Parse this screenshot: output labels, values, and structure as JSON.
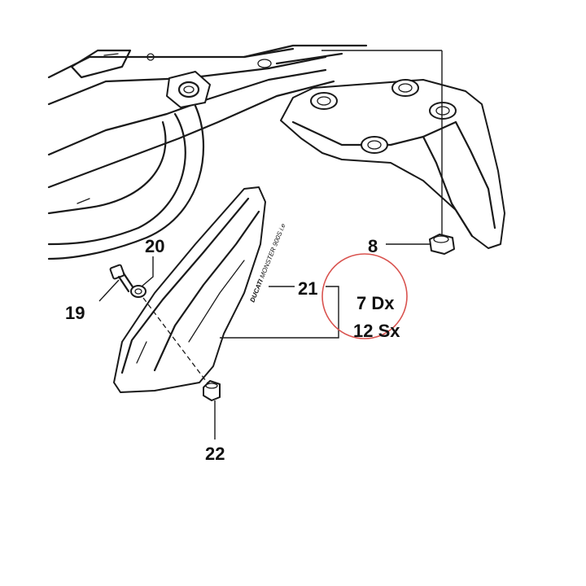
{
  "callouts": {
    "c8": "8",
    "c19": "19",
    "c20": "20",
    "c21": "21",
    "c22": "22",
    "c7dx": "7 Dx",
    "c12sx": "12 Sx"
  },
  "cover_logo": {
    "brand": "DUCATI",
    "model": "MONSTER 900S i.e"
  },
  "colors": {
    "line": "#1a1a1a",
    "highlight_circle": "#d9534f",
    "background": "#ffffff"
  }
}
